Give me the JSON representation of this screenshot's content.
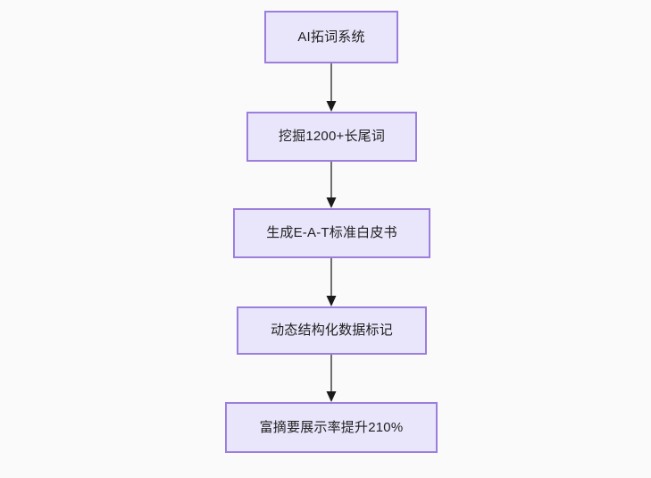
{
  "diagram": {
    "title": "AI SEO flowchart",
    "orientation": "top-to-bottom",
    "background_color": "#fafafa",
    "node_fill_color": "#e9e6fb",
    "node_border_color": "#9c7fdc",
    "edge_line_color": "#707070",
    "edge_arrow_color": "#1a1a1a",
    "nodes": [
      {
        "id": "node-1",
        "label": "AI拓词系统"
      },
      {
        "id": "node-2",
        "label": "挖掘1200+长尾词"
      },
      {
        "id": "node-3",
        "label": "生成E-A-T标准白皮书"
      },
      {
        "id": "node-4",
        "label": "动态结构化数据标记"
      },
      {
        "id": "node-5",
        "label": "富摘要展示率提升210%"
      }
    ],
    "edges": [
      {
        "id": "edge-1",
        "from": "node-1",
        "to": "node-2",
        "label": ""
      },
      {
        "id": "edge-2",
        "from": "node-2",
        "to": "node-3",
        "label": ""
      },
      {
        "id": "edge-3",
        "from": "node-3",
        "to": "node-4",
        "label": ""
      },
      {
        "id": "edge-4",
        "from": "node-4",
        "to": "node-5",
        "label": ""
      }
    ]
  }
}
